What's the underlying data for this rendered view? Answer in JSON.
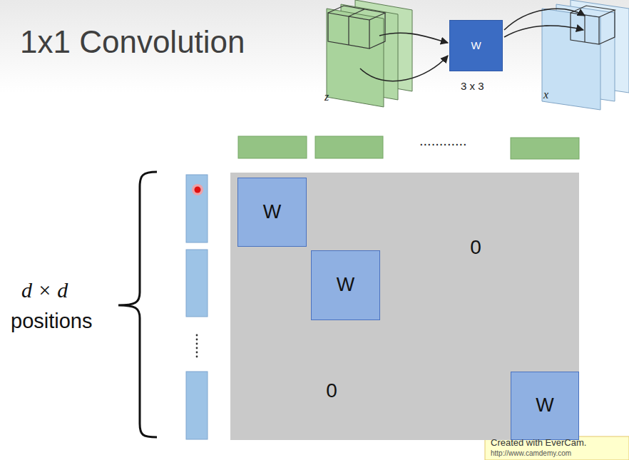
{
  "diagram": {
    "title": "1x1 Convolution",
    "nodes": [
      {
        "text": [
          "W"
        ]
      },
      {
        "text": [
          "0",
          "0"
        ]
      },
      {
        "text": [
          "W"
        ],
        "in": 1
      },
      {
        "text": [
          "W"
        ],
        "in": 1
      },
      {
        "text": [
          "W"
        ],
        "in": 1
      }
    ],
    "labels": [
      "z",
      "3 x 3",
      "x",
      "............",
      "d × d",
      "positions",
      "Created with EverCam.",
      "http://www.camdemy.com"
    ]
  }
}
